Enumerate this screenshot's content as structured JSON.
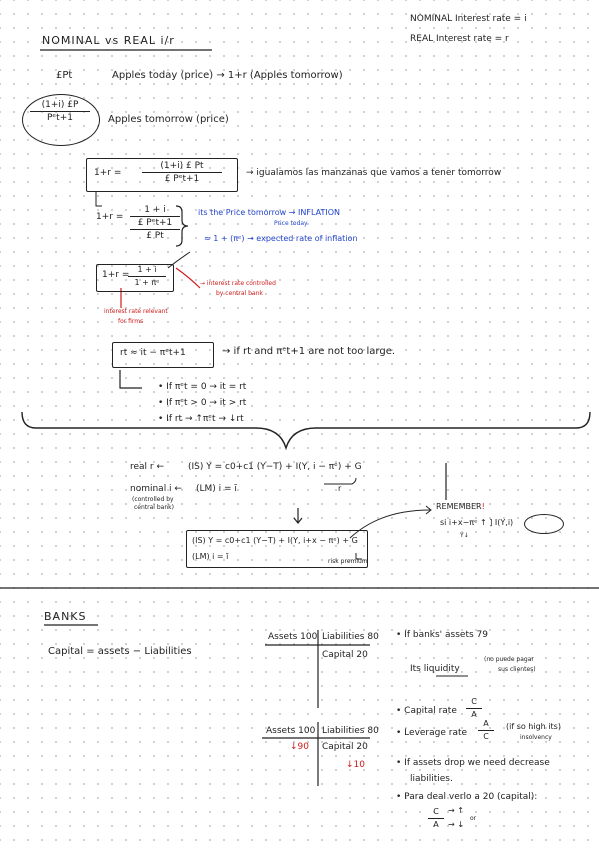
{
  "header": {
    "title": "NOMINAL vs REAL i/r",
    "def_nominal": "NOMINAL Interest rate = i",
    "def_real": "REAL Interest rate = r"
  },
  "apples": {
    "price": "£Pt",
    "today": "Apples today (price) → 1+r (Apples tomorrow)",
    "circled_num": "(1+i) £P",
    "circled_den": "Pᵉt+1",
    "tomorrow": "Apples tomorrow (price)"
  },
  "eq1": {
    "lhs": "1+r =",
    "num": "(1+i) £ Pt",
    "den": "£ Pᵉt+1",
    "note": "→ igualamos las manzanas que vamos a tener tomorrow"
  },
  "eq2": {
    "lhs": "1+r =",
    "num": "1 + i",
    "den_num": "£ Pᵉt+1",
    "den_den": "£ Pt",
    "blue_note": "its the Price tomorrow → INFLATION",
    "blue_sub": "Price today",
    "approx": "≈ 1 + (πᵉ) → expected rate of inflation"
  },
  "eq3": {
    "lhs": "1+r =",
    "num": "1 + i",
    "den": "1 + πᵉ",
    "red_note_i": "→ interest rate controlled",
    "red_note_i2": "by central bank",
    "red_note_r": "interest rate relevant",
    "red_note_r2": "for firms"
  },
  "approx_rule": {
    "box": "rt ≈ it − πᵉt+1",
    "cond": "→ if rt and πᵉt+1 are not too large.",
    "case1": "• If πᵉt = 0 → it = rt",
    "case2": "• If πᵉt > 0 → it > rt",
    "case3": "• If rt → ↑πᵉt → ↓rt"
  },
  "islm": {
    "real_r": "real r ←",
    "is_eq": "(IS) Y = c0+c1 (Y−T) + I(Y, i − πᵉ) + G",
    "is_sub": "r",
    "nominal_i": "nominal i ←",
    "nominal_sub1": "(controlled by",
    "nominal_sub2": "central bank)",
    "lm_eq": "(LM) i = ī",
    "remember": "REMEMBER!",
    "remember_rule": "si  i+x−πᵉ ↑ ] I(Y,i)",
    "remember_sub": "Y↓",
    "box_is": "(IS) Y = c0+c1 (Y−T) + I(Y, i+x − πᵉ) + G",
    "box_lm": "(LM) i = ī",
    "risk": "risk premium"
  },
  "banks": {
    "title": "BANKS",
    "capital_def": "Capital = assets − Liabilities",
    "t1_assets": "Assets 100",
    "t1_liab": "Liabilities 80",
    "t1_cap": "Capital 20",
    "t2_assets": "Assets 100",
    "t2_assets_drop": "↓90",
    "t2_liab": "Liabilities 80",
    "t2_cap": "Capital 20",
    "t2_cap_drop": "↓10",
    "n1a": "• If banks' assets  79",
    "n1b": "Its liquidity",
    "n1c": "(no puede pagar",
    "n1d": "sus clientes)",
    "n2": "• Capital rate",
    "n2_num": "C",
    "n2_den": "A",
    "n3": "• Leverage rate",
    "n3_num": "A",
    "n3_den": "C",
    "n3_note": "(if so high its)",
    "n3_sub": "insolvency",
    "n4a": "• If assets drop we need decrease",
    "n4b": "liabilities.",
    "n5": "• Para deal verlo a 20 (capital):",
    "n5_num": "C",
    "n5_den": "A",
    "n5_arrows1": "→ ↑",
    "n5_arrows2": "→ ↓",
    "n5_or": "or"
  }
}
